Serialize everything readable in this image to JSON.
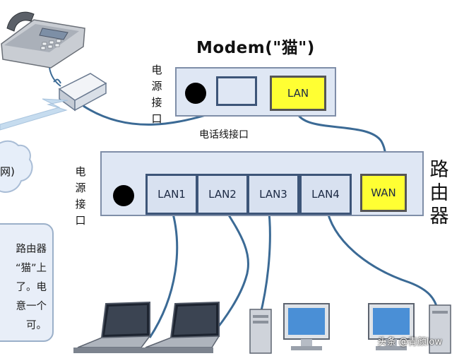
{
  "modem": {
    "title": "Modem(\"猫\")",
    "power_label": [
      "电",
      "源",
      "接",
      "口"
    ],
    "port_lan": "LAN",
    "phone_port_label": "电话线接口"
  },
  "router": {
    "name": [
      "路",
      "由",
      "器"
    ],
    "power_label": [
      "电",
      "源",
      "接",
      "口"
    ],
    "ports": [
      "LAN1",
      "LAN2",
      "LAN3",
      "LAN4"
    ],
    "wan": "WAN"
  },
  "cloud_label": "网)",
  "note": {
    "lines": [
      "路由器",
      "“猫”上",
      "了。电",
      "意一个",
      "可。"
    ]
  },
  "watermark": "头条 @青颜low",
  "colors": {
    "port_highlight": "#ffff33",
    "device_fill": "#dfe7f4",
    "cable": "#3b6a95"
  }
}
